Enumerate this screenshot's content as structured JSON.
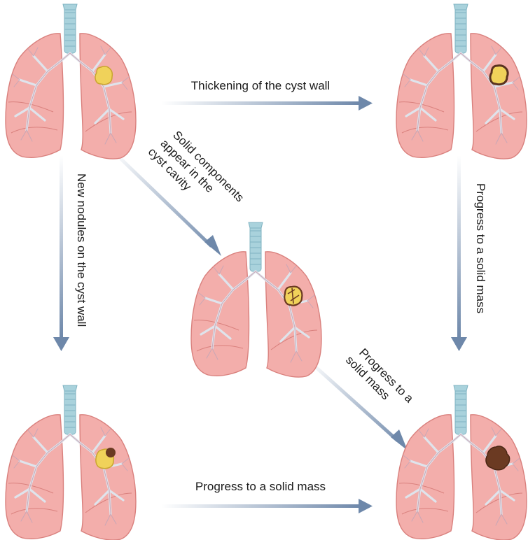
{
  "diagram": {
    "labels": {
      "top_arrow": "Thickening of the cyst wall",
      "left_arrow": "New nodules on the cyst wall",
      "right_arrow": "Progress to a solid mass",
      "bottom_arrow": "Progress to a solid mass",
      "diag_upper_lines": [
        "Solid components",
        "appear in the",
        "cyst cavity"
      ],
      "diag_lower_lines": [
        "Progress to a",
        "solid mass"
      ]
    },
    "lungs": [
      {
        "id": "top-left",
        "lesion": "thin-walled cyst"
      },
      {
        "id": "top-right",
        "lesion": "thick-walled cyst"
      },
      {
        "id": "center",
        "lesion": "cyst with solid components"
      },
      {
        "id": "bottom-left",
        "lesion": "cyst with wall nodule"
      },
      {
        "id": "bottom-right",
        "lesion": "solid mass"
      }
    ],
    "colors": {
      "lung_fill": "#f3aeab",
      "lung_edge": "#d9807d",
      "airway": "#a9d2dc",
      "arrow": "#6e88aa",
      "cyst": "#f0d25a",
      "solid": "#6b3a22"
    }
  }
}
